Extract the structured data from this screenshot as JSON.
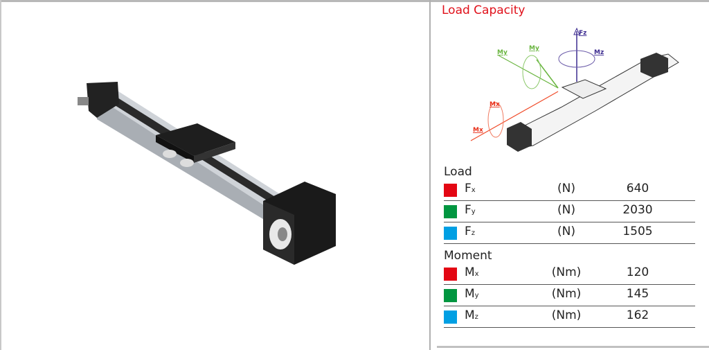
{
  "title": "Load Capacity",
  "diagram_labels": {
    "fz": "Fz",
    "mz": "Mz",
    "my_axis": "My",
    "my_rot": "My",
    "mx_rot": "Mx",
    "mx_axis": "Mx"
  },
  "colors": {
    "red": "#e30613",
    "green": "#009640",
    "blue": "#009fe3"
  },
  "load": {
    "heading": "Load",
    "rows": [
      {
        "base": "F",
        "sub": "x",
        "unit": "(N)",
        "value": "640",
        "color": "#e30613"
      },
      {
        "base": "F",
        "sub": "y",
        "unit": "(N)",
        "value": "2030",
        "color": "#009640"
      },
      {
        "base": "F",
        "sub": "z",
        "unit": "(N)",
        "value": "1505",
        "color": "#009fe3"
      }
    ]
  },
  "moment": {
    "heading": "Moment",
    "rows": [
      {
        "base": "M",
        "sub": "x",
        "unit": "(Nm)",
        "value": "120",
        "color": "#e30613"
      },
      {
        "base": "M",
        "sub": "y",
        "unit": "(Nm)",
        "value": "145",
        "color": "#009640"
      },
      {
        "base": "M",
        "sub": "z",
        "unit": "(Nm)",
        "value": "162",
        "color": "#009fe3"
      }
    ]
  }
}
